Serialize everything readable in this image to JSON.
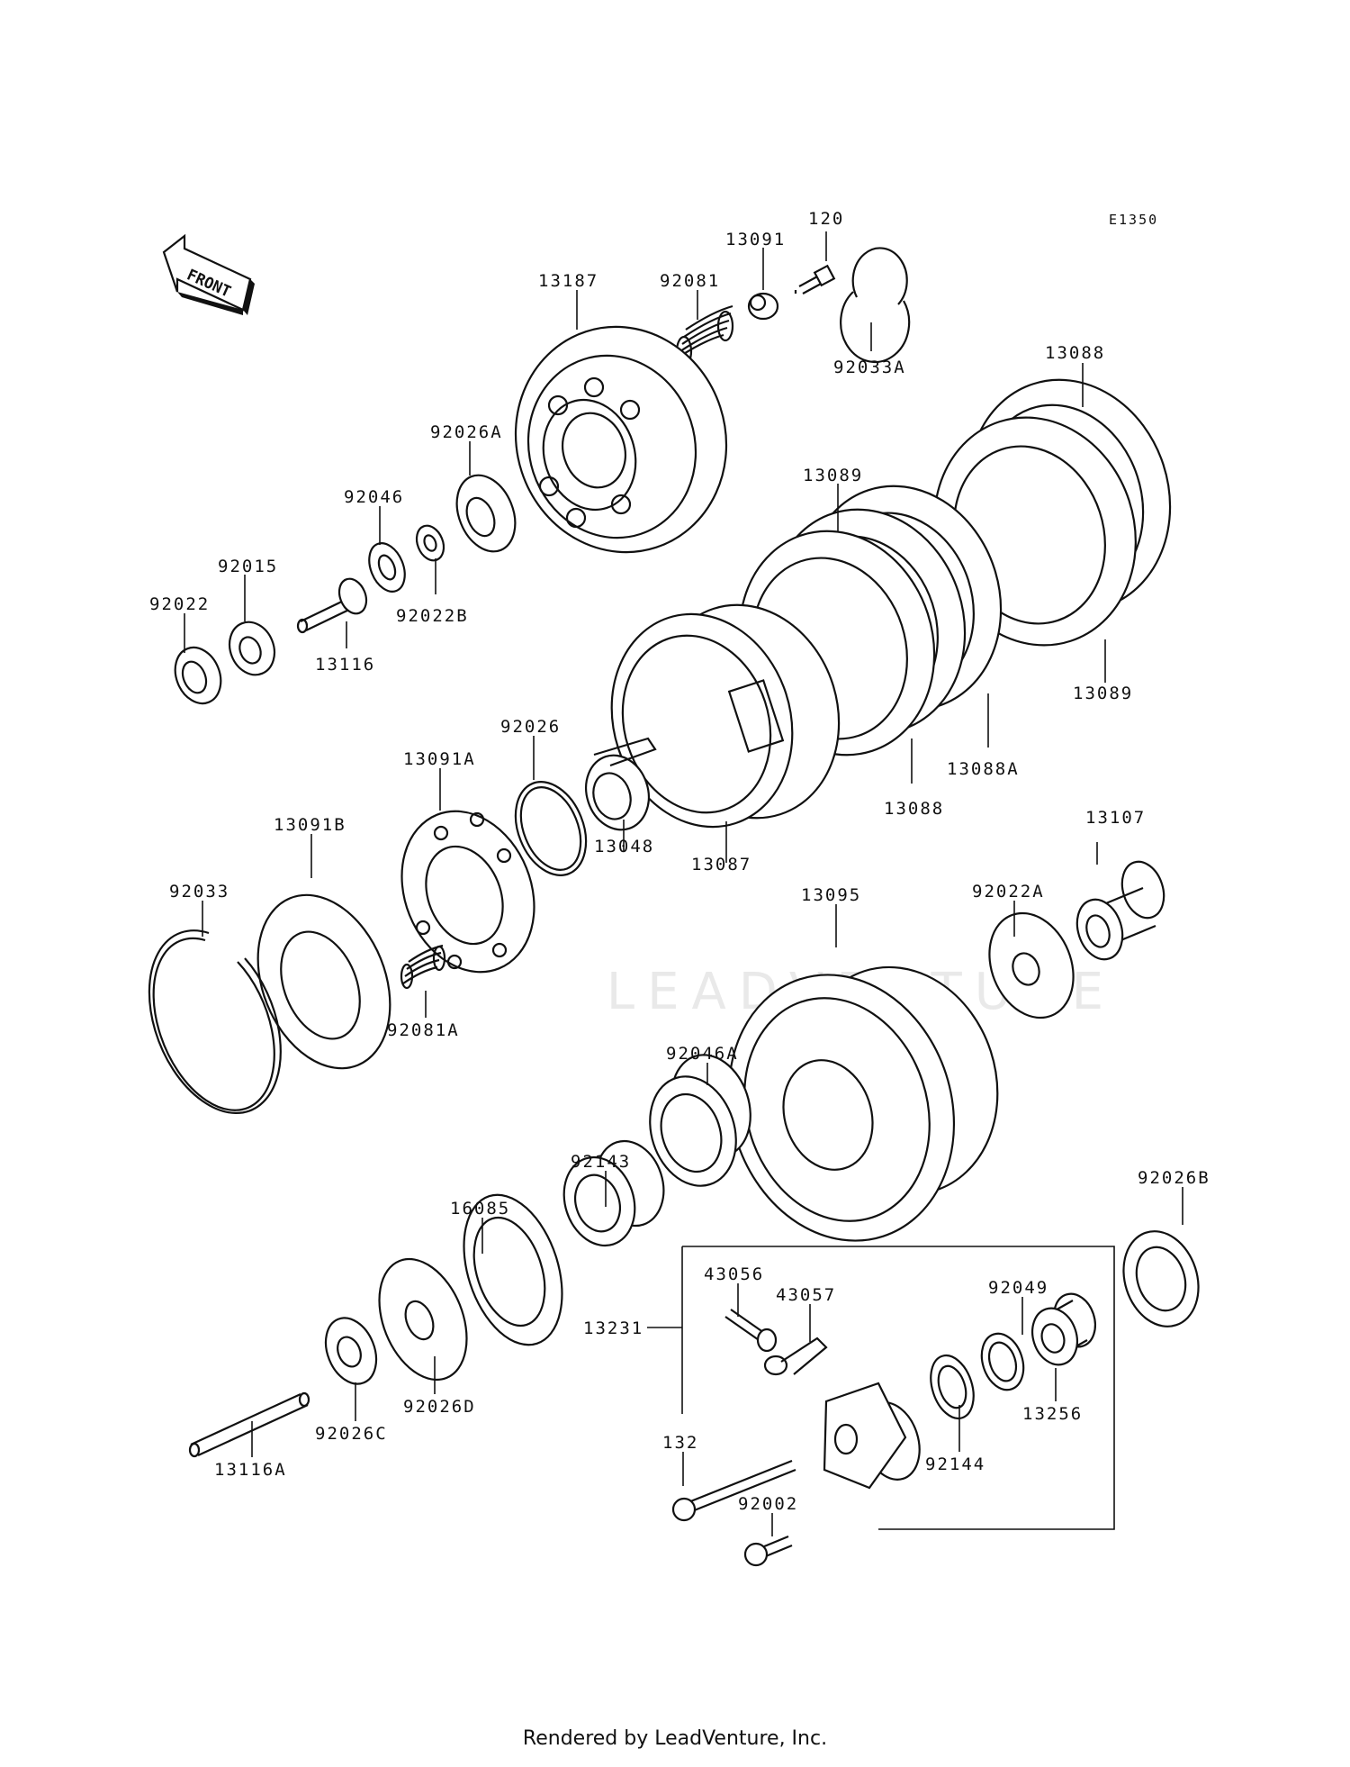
{
  "diagram_code": "E1350",
  "front_label": "FRONT",
  "watermark": "LEADVENTURE",
  "footer": "Rendered by LeadVenture, Inc.",
  "parts": {
    "p120": "120",
    "p13091": "13091",
    "p92081": "92081",
    "p13187": "13187",
    "p92033A": "92033A",
    "p13088_top": "13088",
    "p92026A": "92026A",
    "p13089_top": "13089",
    "p92046": "92046",
    "p92015": "92015",
    "p92022": "92022",
    "p92022B": "92022B",
    "p13116": "13116",
    "p13089_bottom": "13089",
    "p13091A": "13091A",
    "p92026": "92026",
    "p13088A": "13088A",
    "p13088_bottom": "13088",
    "p13091B": "13091B",
    "p13107": "13107",
    "p13048": "13048",
    "p13087": "13087",
    "p13095": "13095",
    "p92022A": "92022A",
    "p92033": "92033",
    "p92081A": "92081A",
    "p92046A": "92046A",
    "p92143": "92143",
    "p16085": "16085",
    "p92026B": "92026B",
    "p43056": "43056",
    "p43057": "43057",
    "p92049": "92049",
    "p13231": "13231",
    "p13256": "13256",
    "p92026D": "92026D",
    "p92026C": "92026C",
    "p132": "132",
    "p92002": "92002",
    "p92144": "92144",
    "p13116A": "13116A"
  }
}
